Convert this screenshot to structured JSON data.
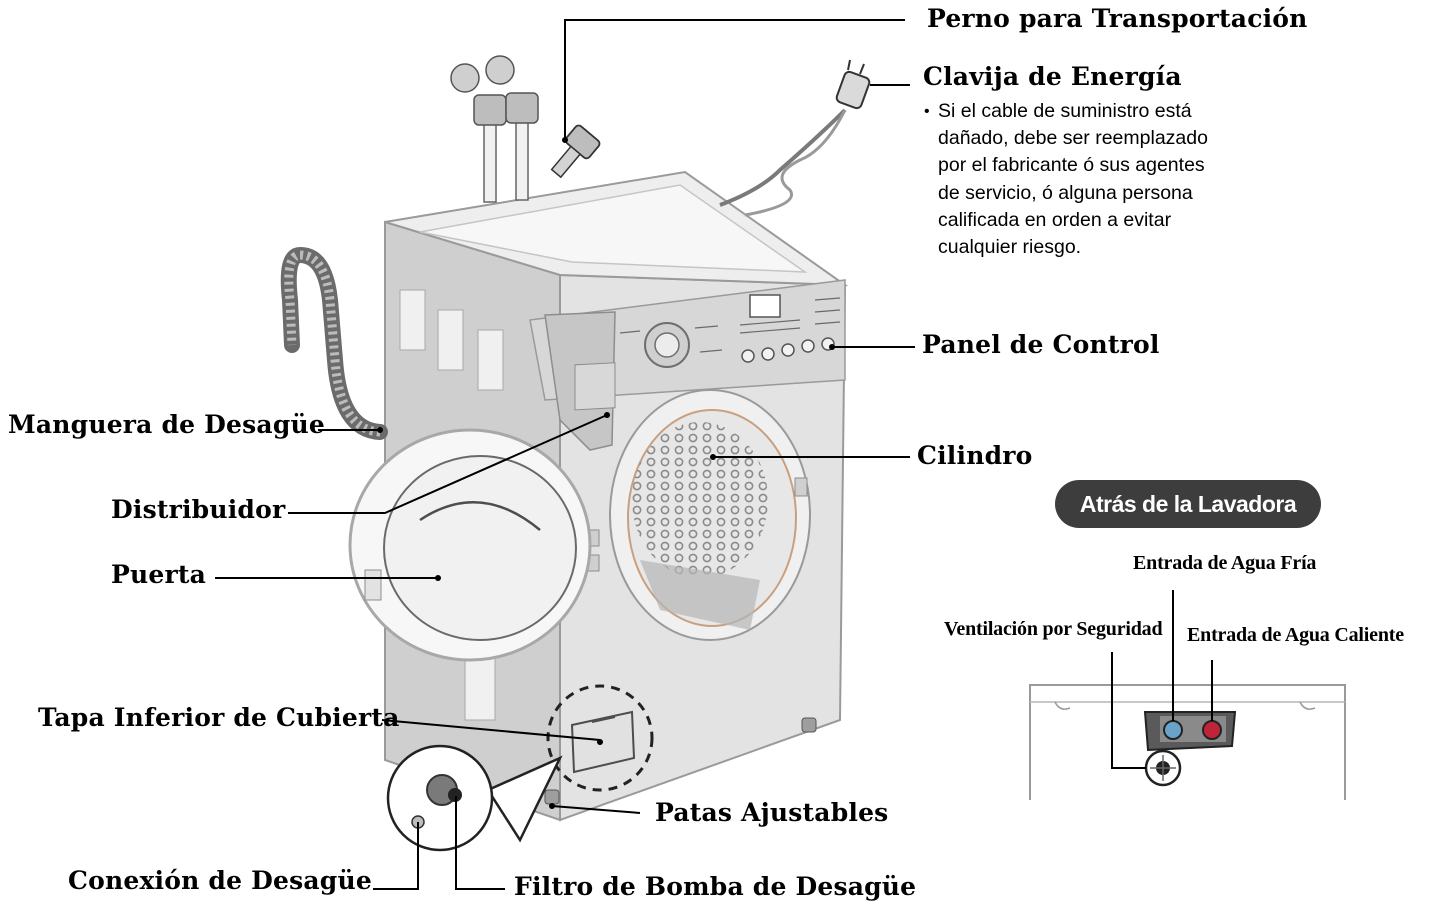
{
  "labels": {
    "perno": "Perno para Transportación",
    "clavija": "Clavija de Energía",
    "panel": "Panel de Control",
    "manguera": "Manguera de Desagüe",
    "cilindro": "Cilindro",
    "distribuidor": "Distribuidor",
    "puerta": "Puerta",
    "tapa": "Tapa Inferior de Cubierta",
    "patas": "Patas Ajustables",
    "conexion": "Conexión de Desagüe",
    "filtro": "Filtro de Bomba de Desagüe"
  },
  "clavija_note": {
    "bullet": "•",
    "lines": [
      "Si el cable de suministro está",
      "dañado, debe ser reemplazado",
      "por el fabricante ó sus agentes",
      "de servicio, ó alguna persona",
      "calificada en orden a evitar",
      "cualquier riesgo."
    ]
  },
  "back_view": {
    "title": "Atrás de la Lavadora",
    "entrada_fria": "Entrada de Agua Fría",
    "ventilacion": "Ventilación por Seguridad",
    "entrada_caliente": "Entrada de Agua Caliente"
  },
  "colors": {
    "machine_body": "#d6d6d6",
    "machine_dark": "#b9b9b9",
    "machine_light": "#eeeeee",
    "pill_background": "#3d3d3d",
    "hot_water": "#c0243a",
    "cold_water": "#6aa3c9"
  }
}
